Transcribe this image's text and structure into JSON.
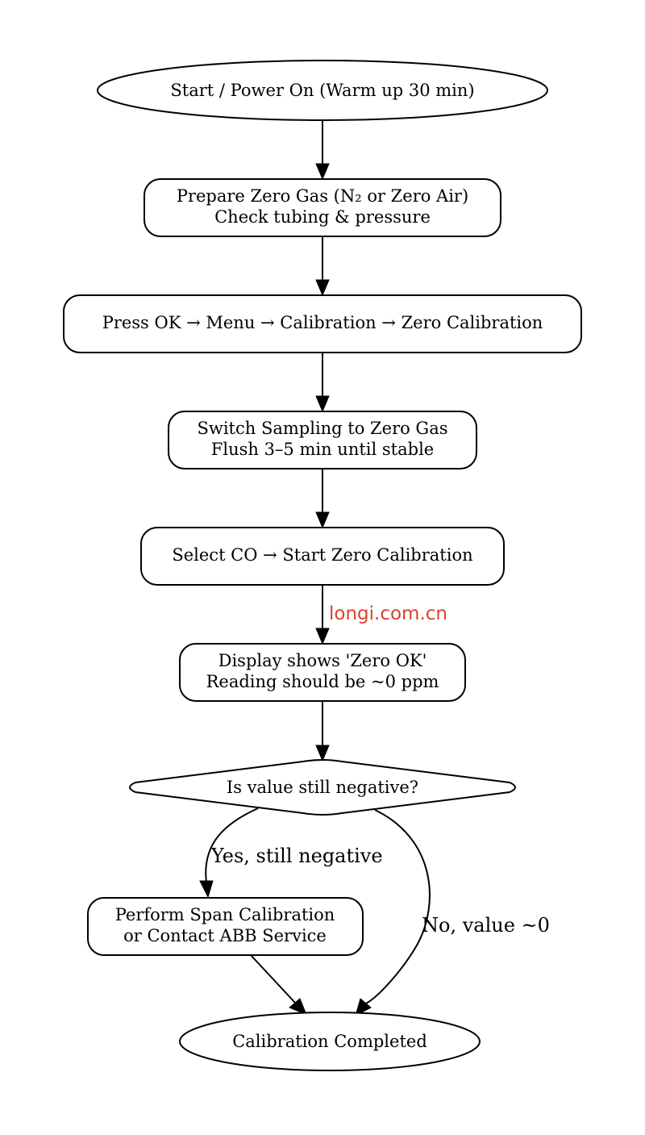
{
  "nodes": {
    "start": {
      "shape": "ellipse",
      "lines": [
        "Start / Power On (Warm up 30 min)"
      ]
    },
    "prepare": {
      "shape": "rounded-box",
      "lines": [
        "Prepare Zero Gas (N₂ or Zero Air)",
        "Check tubing & pressure"
      ]
    },
    "menu": {
      "shape": "rounded-box",
      "lines": [
        "Press OK → Menu → Calibration → Zero Calibration"
      ]
    },
    "switch": {
      "shape": "rounded-box",
      "lines": [
        "Switch Sampling to Zero Gas",
        "Flush 3–5 min until stable"
      ]
    },
    "select": {
      "shape": "rounded-box",
      "lines": [
        "Select CO → Start Zero Calibration"
      ]
    },
    "display": {
      "shape": "rounded-box",
      "lines": [
        "Display shows 'Zero OK'",
        "Reading should be ~0 ppm"
      ]
    },
    "decision": {
      "shape": "diamond",
      "lines": [
        "Is value still negative?"
      ]
    },
    "span": {
      "shape": "rounded-box",
      "lines": [
        "Perform Span Calibration",
        "or Contact ABB Service"
      ]
    },
    "end": {
      "shape": "ellipse",
      "lines": [
        "Calibration Completed"
      ]
    }
  },
  "edges": [
    {
      "from": "start",
      "to": "prepare",
      "label": ""
    },
    {
      "from": "prepare",
      "to": "menu",
      "label": ""
    },
    {
      "from": "menu",
      "to": "switch",
      "label": ""
    },
    {
      "from": "switch",
      "to": "select",
      "label": ""
    },
    {
      "from": "select",
      "to": "display",
      "label": ""
    },
    {
      "from": "display",
      "to": "decision",
      "label": ""
    },
    {
      "from": "decision",
      "to": "span",
      "label": "Yes, still negative"
    },
    {
      "from": "decision",
      "to": "end",
      "label": "No, value ~0"
    },
    {
      "from": "span",
      "to": "end",
      "label": ""
    }
  ],
  "watermark": "longi.com.cn",
  "colors": {
    "stroke": "#000000",
    "fill": "#ffffff",
    "watermark": "#d9432f"
  }
}
